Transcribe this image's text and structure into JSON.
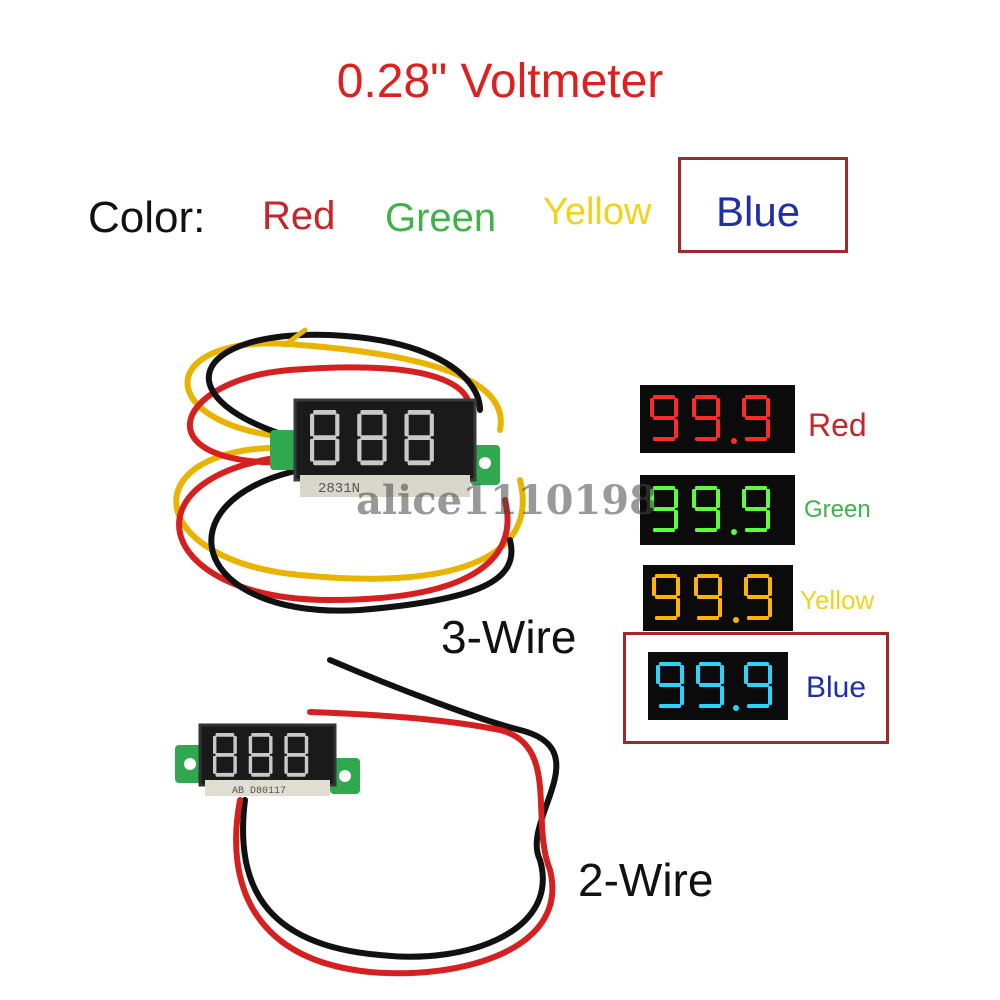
{
  "title": "0.28\" Voltmeter",
  "color_label": "Color:",
  "color_options": [
    {
      "label": "Red",
      "color": "#c4262b"
    },
    {
      "label": "Green",
      "color": "#3fb34a"
    },
    {
      "label": "Yellow",
      "color": "#f2d21b"
    },
    {
      "label": "Blue",
      "color": "#1f2fa8"
    }
  ],
  "selected_option": "Blue",
  "highlight_color": "#9e2a2b",
  "wire_labels": {
    "three": "3-Wire",
    "two": "2-Wire"
  },
  "swatches": [
    {
      "digits": "99.9",
      "label": "Red",
      "digit_color": "#ff2a2a",
      "label_color": "#c4262b"
    },
    {
      "digits": "99.9",
      "label": "Green",
      "digit_color": "#5bff3a",
      "label_color": "#3fb34a"
    },
    {
      "digits": "99.9",
      "label": "Yellow",
      "digit_color": "#ffb400",
      "label_color": "#f2d21b"
    },
    {
      "digits": "99.9",
      "label": "Blue",
      "digit_color": "#29d4ff",
      "label_color": "#1f2fa8"
    }
  ],
  "module_markings": {
    "three_wire": "2831N",
    "two_wire": "AB D80117"
  },
  "watermark": "alice1110198"
}
